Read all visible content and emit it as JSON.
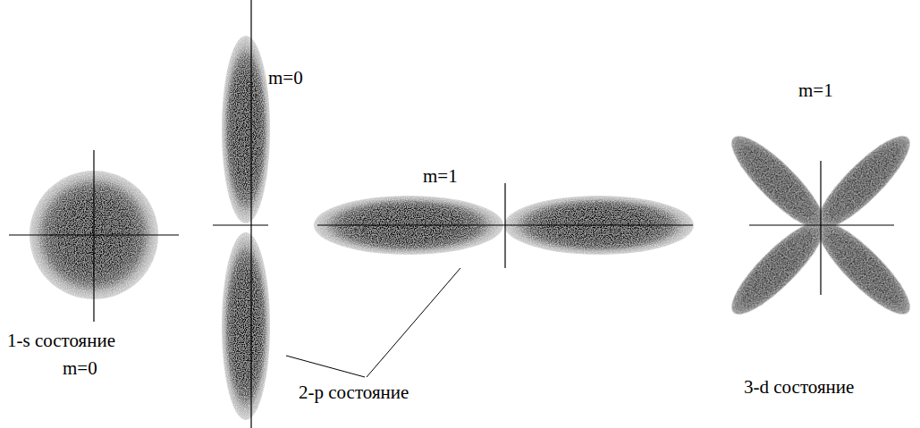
{
  "diagram": {
    "labels": [
      "m=0",
      "m=1",
      "m=1",
      "1-s состояние",
      "2-p состояние",
      "3-d состояние",
      "m=0"
    ]
  }
}
